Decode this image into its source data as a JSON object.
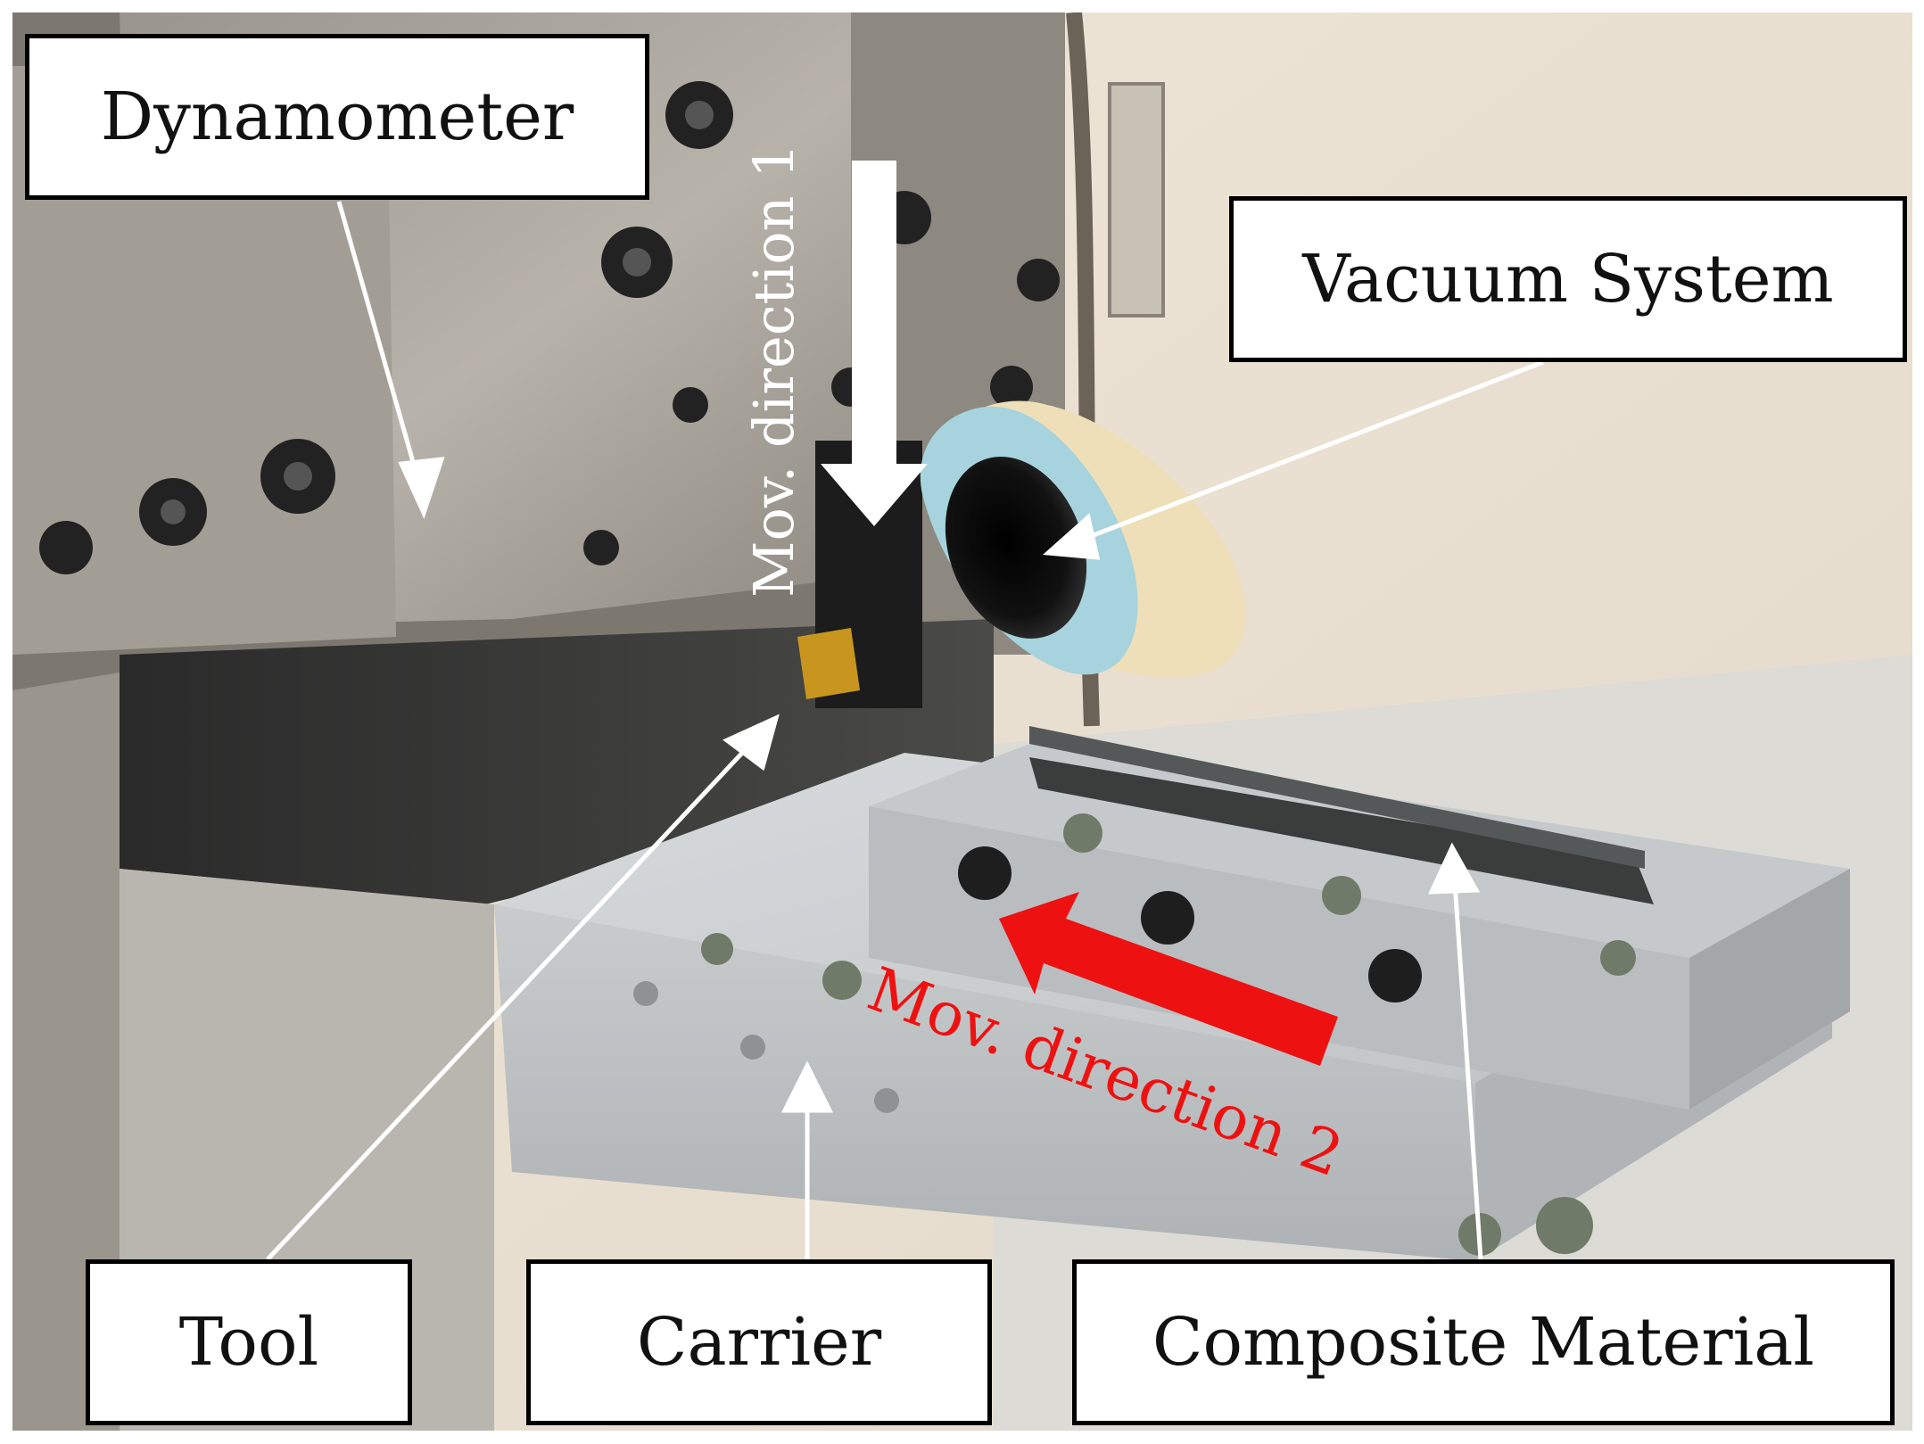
{
  "labels": {
    "dynamometer": "Dynamometer",
    "vacuum_system": "Vacuum System",
    "tool": "Tool",
    "carrier": "Carrier",
    "composite_material": "Composite Material"
  },
  "directions": {
    "direction_1": "Mov. direction 1",
    "direction_2": "Mov. direction 2"
  },
  "colors": {
    "direction_1_arrow": "#ffffff",
    "direction_2_arrow": "#ee1111",
    "pointer_arrows": "#ffffff"
  }
}
